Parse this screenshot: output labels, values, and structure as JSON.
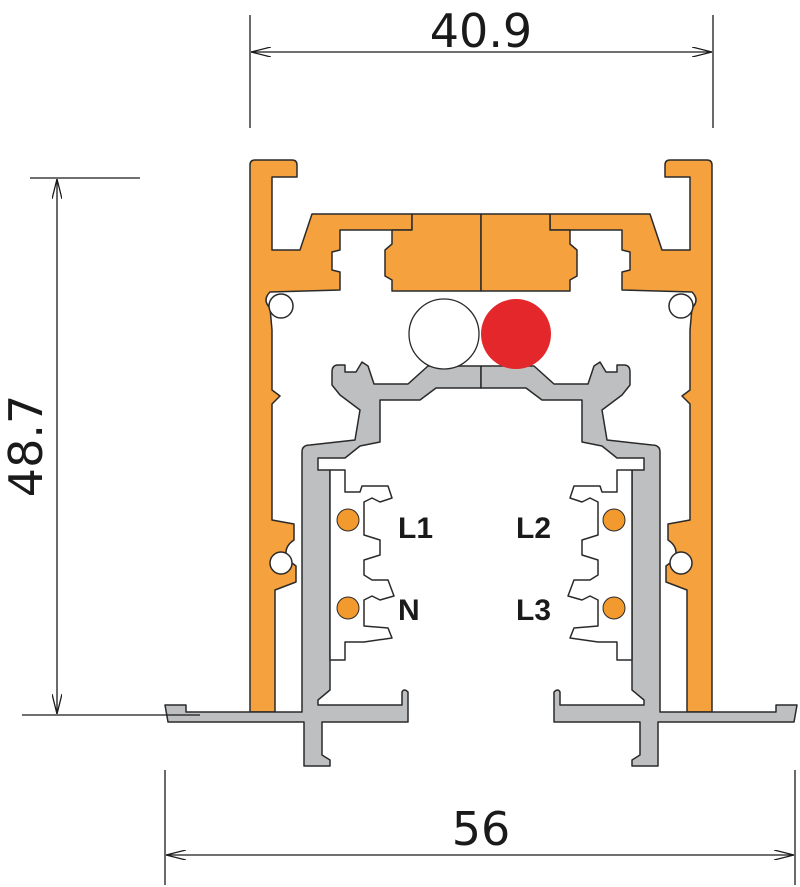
{
  "dimensions": {
    "top_width": "40.9",
    "height": "48.7",
    "bottom_width": "56"
  },
  "conductors": {
    "left_top": "L1",
    "left_bottom": "N",
    "right_top": "L2",
    "right_bottom": "L3"
  },
  "colors": {
    "housing": "#f5a13e",
    "insert": "#bdbfc1",
    "conductor": "#f39a2e",
    "red_wire": "#e3272b",
    "white_wire": "#ffffff",
    "line": "#1a1a1a"
  }
}
